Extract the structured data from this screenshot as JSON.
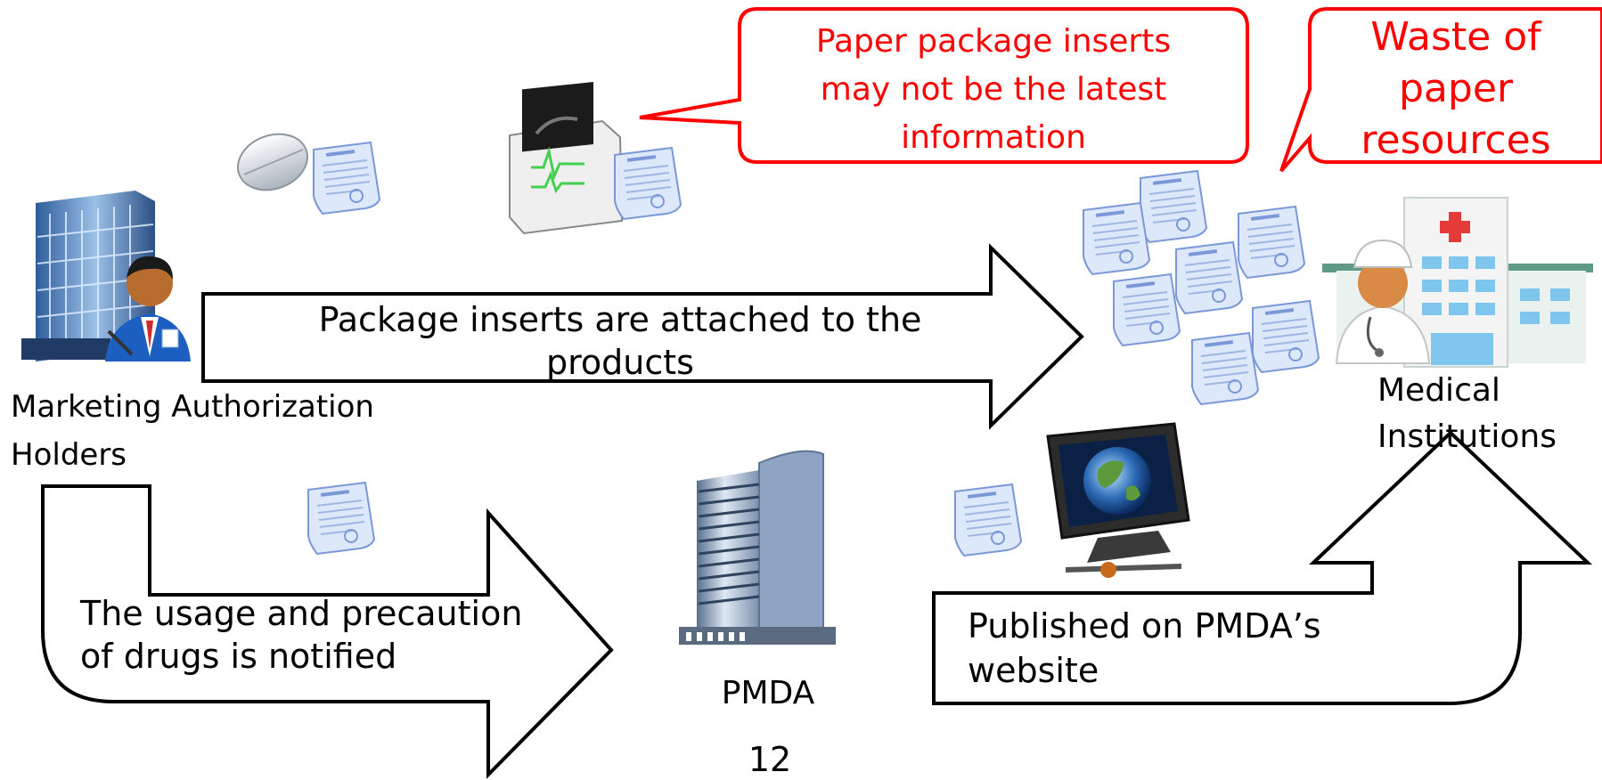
{
  "actors": {
    "mah_label": "Marketing Authorization\nHolders",
    "mah_line1": "Marketing Authorization",
    "mah_line2": "Holders",
    "pmda_label": "PMDA",
    "medical_line1": "Medical",
    "medical_line2": "Institutions"
  },
  "arrows": {
    "attached_line1": "Package inserts are attached to the",
    "attached_line2": "products",
    "notified_line1": "The usage and precaution",
    "notified_line2": "of drugs is notified",
    "published_line1": "Published on PMDA’s",
    "published_line2": "website"
  },
  "callouts": {
    "latest_line1": "Paper package inserts",
    "latest_line2": "may not be the latest",
    "latest_line3": "information",
    "waste_line1": "Waste of",
    "waste_line2": "paper",
    "waste_line3": "resources"
  },
  "page_number": "12",
  "colors": {
    "callout_text": "#ff0000",
    "callout_border": "#ff0000",
    "arrow_stroke": "#000000",
    "document_fill": "#dde8fb",
    "document_stroke": "#7a98d8"
  },
  "icons": {
    "mah": "office-building-businessman-icon",
    "pill": "pill-icon",
    "monitor": "medical-monitor-device-icon",
    "pmda": "pmda-tower-building-icon",
    "computer": "globe-computer-icon",
    "hospital": "hospital-doctor-icon",
    "document": "package-insert-document-icon"
  }
}
